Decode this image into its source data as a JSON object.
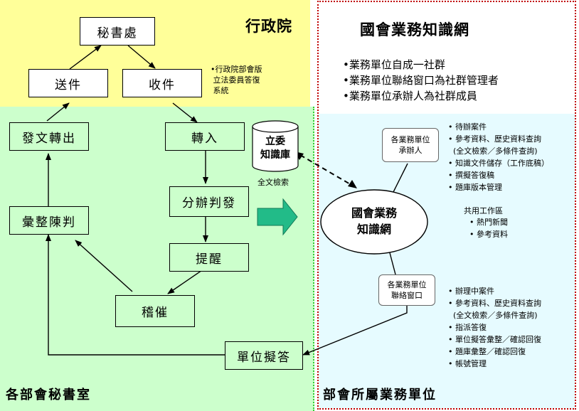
{
  "zones": {
    "top_left_title": "行政院",
    "top_right_title": "國會業務知識網",
    "bottom_left_title": "各部會秘書室",
    "bottom_right_title": "部會所屬業務單位"
  },
  "nodes": {
    "secretariat": "秘書處",
    "send": "送件",
    "receive": "收件",
    "issue_out": "發文轉出",
    "transfer_in": "轉入",
    "dispatch": "分辦判發",
    "compile": "彙整陳判",
    "remind": "提醒",
    "follow_up": "稽催",
    "unit_draft": "單位擬答",
    "center": "國會業務\n知識網",
    "unit_handler": "各業務單位\n承辦人",
    "unit_contact": "各業務單位\n聯絡窗口"
  },
  "db": {
    "label": "立委\n知識庫",
    "caption": "全文檢索"
  },
  "yuan_note": "•行政院部會版\n 立法委員答復\n 系統",
  "community_bullets": [
    "•業務單位自成一社群",
    "•業務單位聯絡窗口為社群管理者",
    "•業務單位承辦人為社群成員"
  ],
  "handler_items": [
    "• 待辦案件",
    "• 參考資料、歷史資料查詢",
    "  (全文檢索／多條件查詢)",
    "• 知識文件儲存（工作底稿）",
    "• 撰擬答復稿",
    "• 題庫版本管理"
  ],
  "workspace": {
    "title": "共用工作區",
    "items": [
      "• 熱門新聞",
      "• 參考資料"
    ]
  },
  "contact_items": [
    "• 辦理中案件",
    "• 參考資料、歷史資料查詢",
    "  (全文檢索／多條件查詢)",
    "• 指派答復",
    "• 單位擬答彙整／確認回復",
    "• 題庫彙整／確認回復",
    "• 帳號管理"
  ]
}
